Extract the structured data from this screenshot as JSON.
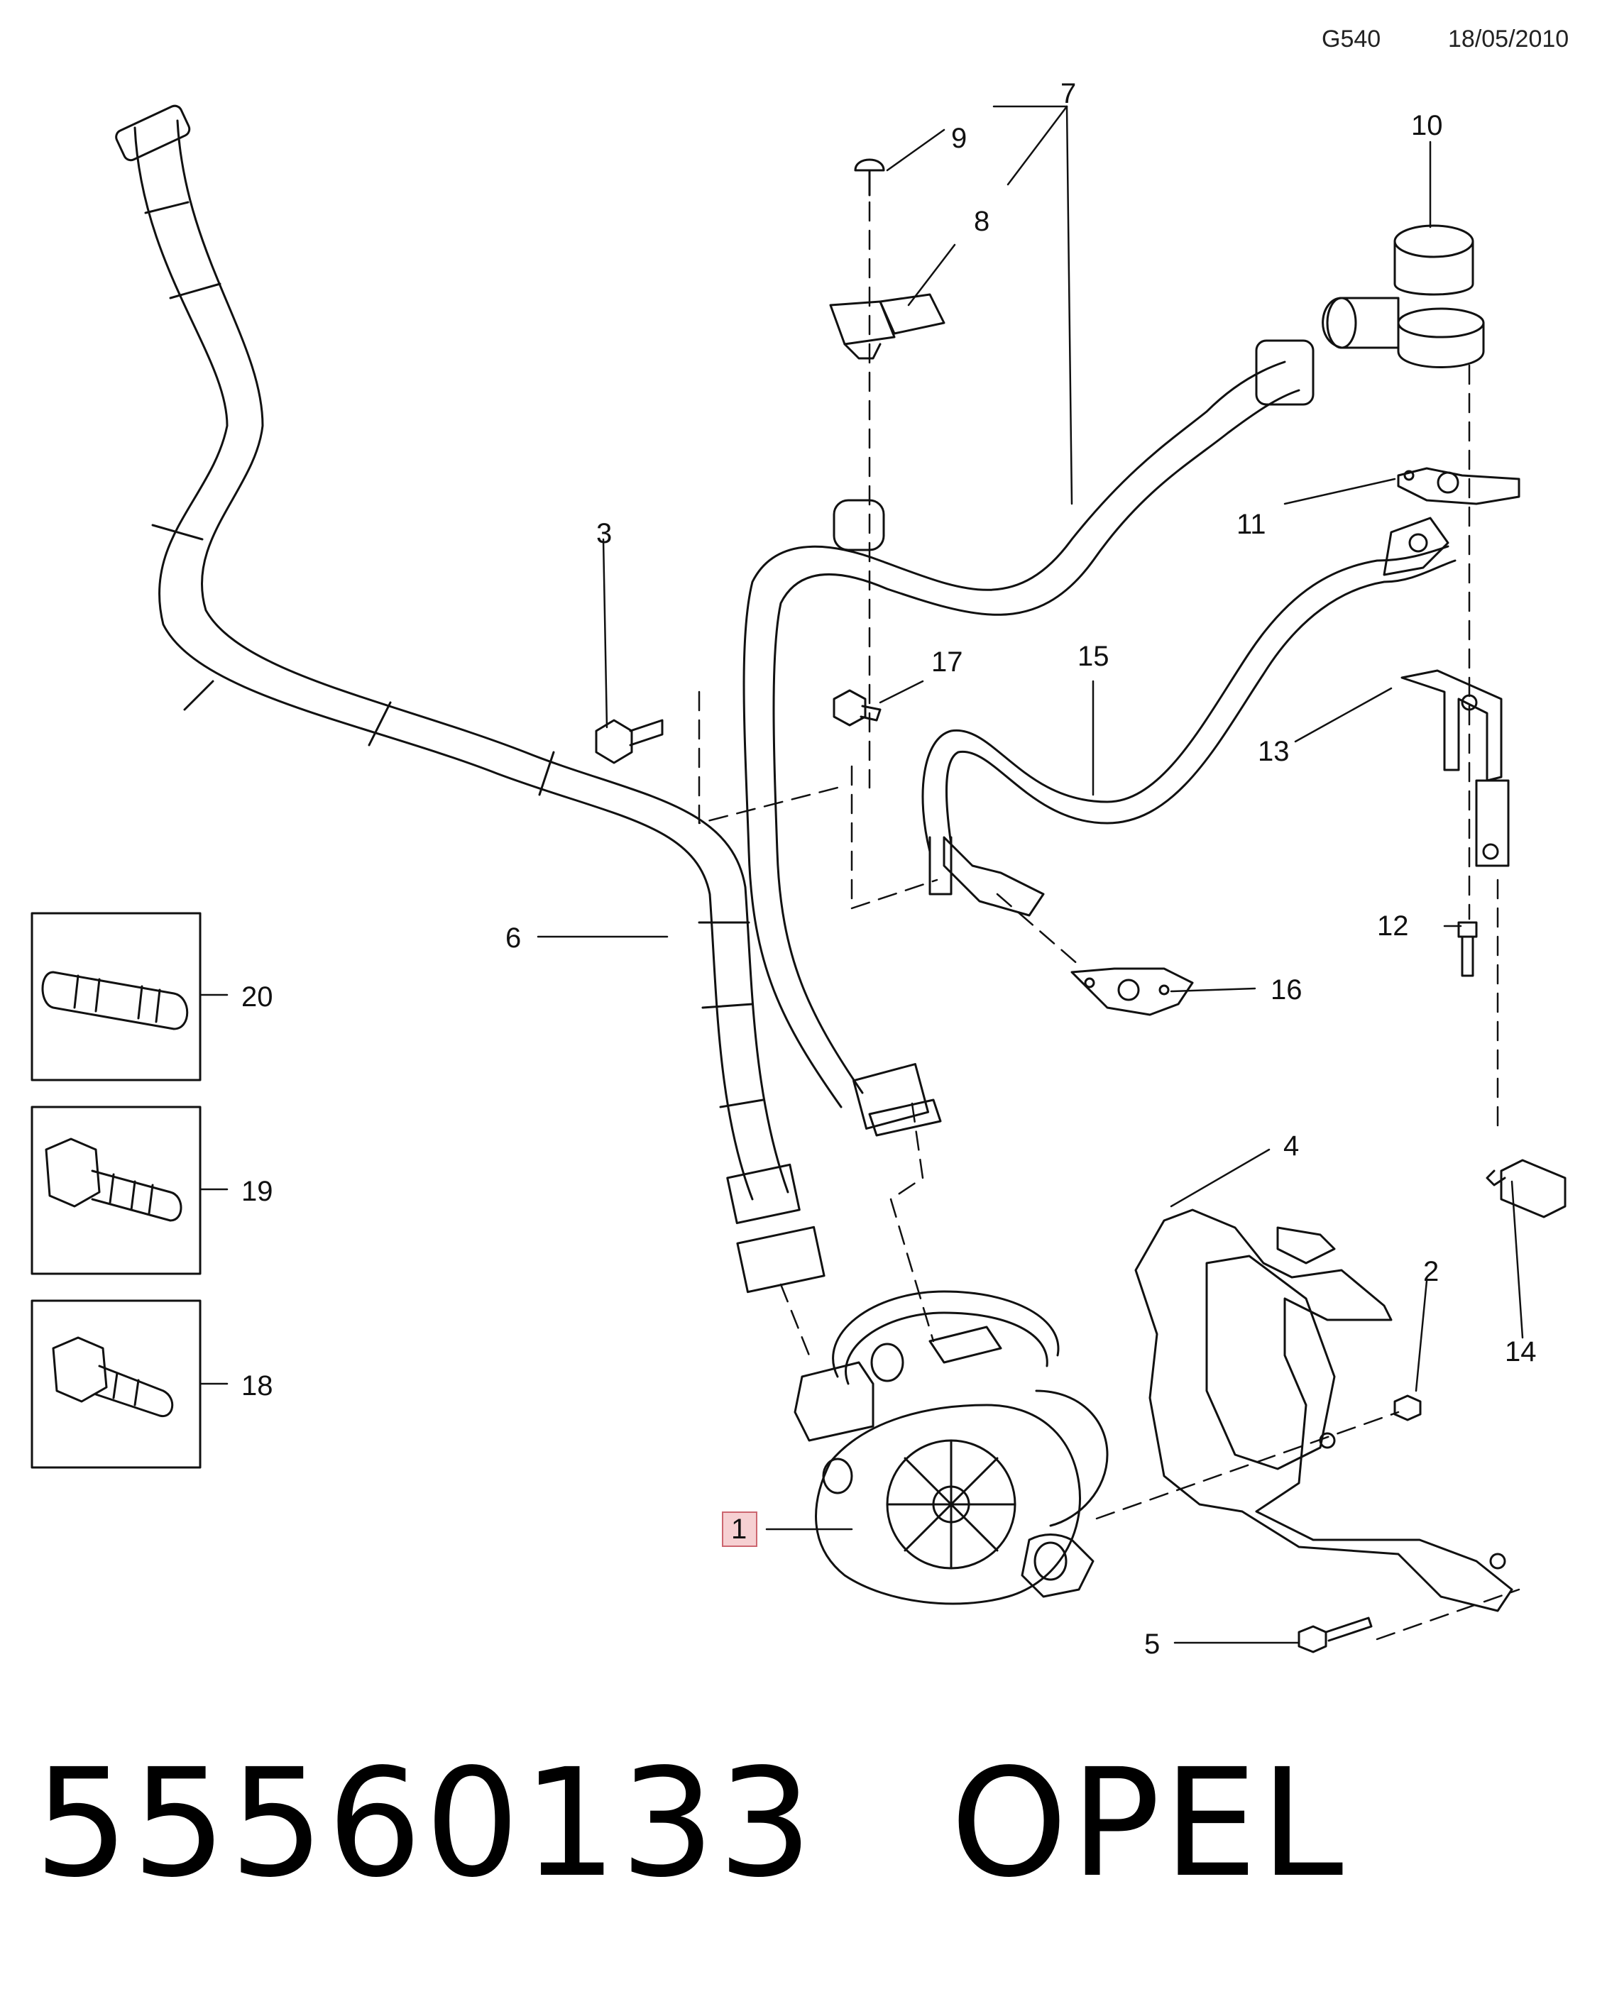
{
  "header": {
    "page_code": "G540",
    "date": "18/05/2010"
  },
  "callouts": [
    "1",
    "2",
    "3",
    "4",
    "5",
    "6",
    "7",
    "8",
    "9",
    "10",
    "11",
    "12",
    "13",
    "14",
    "15",
    "16",
    "17",
    "18",
    "19",
    "20"
  ],
  "highlighted_callout": "1",
  "footer": {
    "part_number": "55560133",
    "brand": "OPEL"
  },
  "colors": {
    "line": "#111111",
    "highlight_fill": "#f6d0d2",
    "highlight_stroke": "#cc6670"
  }
}
